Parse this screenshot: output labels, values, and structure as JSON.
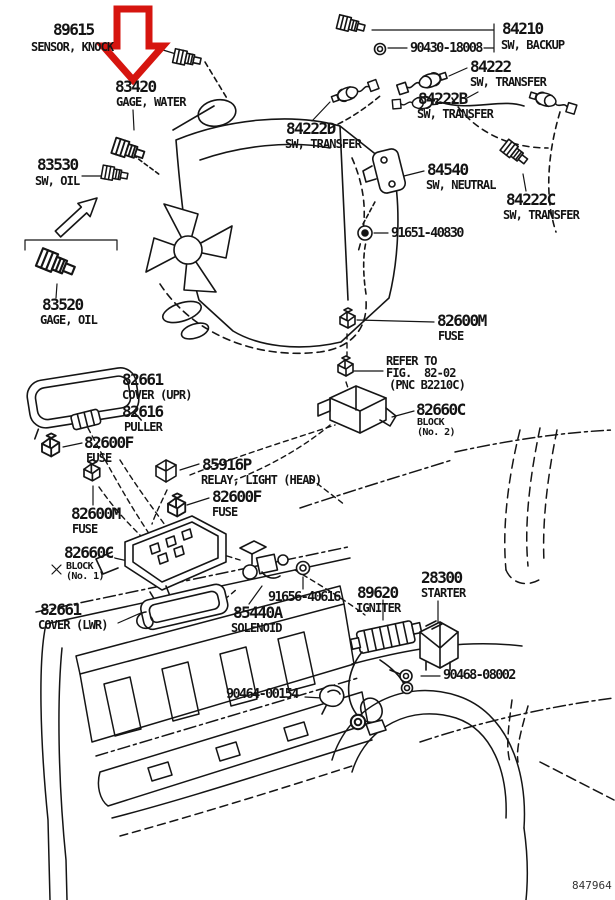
{
  "labels": {
    "sensor_knock": {
      "num": "89615",
      "name": "SENSOR, KNOCK"
    },
    "gage_water": {
      "num": "83420",
      "name": "GAGE, WATER"
    },
    "sw_backup": {
      "num": "84210",
      "name": "SW, BACKUP"
    },
    "ring": {
      "num": "90430-18008"
    },
    "transfer_a": {
      "num": "84222",
      "name": "SW, TRANSFER"
    },
    "transfer_b": {
      "num": "84222B",
      "name": "SW, TRANSFER"
    },
    "transfer_d": {
      "num": "84222D",
      "name": "SW, TRANSFER"
    },
    "sw_neutral": {
      "num": "84540",
      "name": "SW, NEUTRAL"
    },
    "transfer_c": {
      "num": "84222C",
      "name": "SW, TRANSFER"
    },
    "bolt_91651": {
      "num": "91651-40830"
    },
    "sw_oil": {
      "num": "83530",
      "name": "SW, OIL"
    },
    "gage_oil": {
      "num": "83520",
      "name": "GAGE, OIL"
    },
    "fuse_m_top": {
      "num": "82600M",
      "name": "FUSE"
    },
    "refer": {
      "line1": "REFER TO",
      "line2": "FIG.  82-02",
      "line3": "(PNC B2210C)"
    },
    "block2": {
      "num": "82660C",
      "name": "BLOCK",
      "sub": "(No. 2)"
    },
    "cover_upr": {
      "num": "82661",
      "name": "COVER (UPR)"
    },
    "puller": {
      "num": "82616",
      "name": "PULLER"
    },
    "fuse_f_left": {
      "num": "82600F",
      "name": "FUSE"
    },
    "relay_head": {
      "num": "85916P",
      "name": "RELAY, LIGHT (HEAD)"
    },
    "fuse_f_mid": {
      "num": "82600F",
      "name": "FUSE"
    },
    "fuse_m_left": {
      "num": "82600M",
      "name": "FUSE"
    },
    "block1": {
      "num": "82660C",
      "name": "BLOCK",
      "sub": "(No. 1)"
    },
    "cover_lwr": {
      "num": "82661",
      "name": "COVER (LWR)"
    },
    "nut_91656": {
      "num": "91656-40616"
    },
    "solenoid": {
      "num": "85440A",
      "name": "SOLENOID"
    },
    "igniter": {
      "num": "89620",
      "name": "IGNITER"
    },
    "starter": {
      "num": "28300",
      "name": "STARTER"
    },
    "bolt_90468": {
      "num": "90468-08002"
    },
    "clamp_90464": {
      "num": "90464-00154"
    }
  },
  "footer": {
    "code": "847964"
  },
  "colors": {
    "line": "#151515",
    "highlight_arrow": "#d6150f"
  }
}
